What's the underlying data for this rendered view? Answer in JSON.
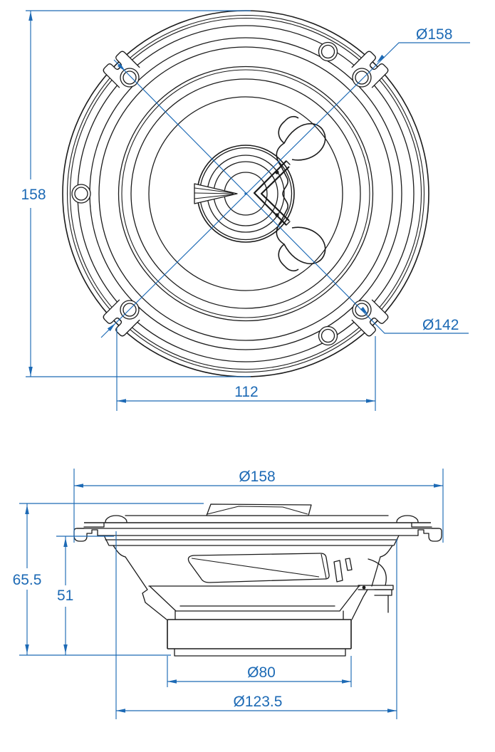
{
  "drawing": {
    "colors": {
      "dimension_blue": "#1d6ab5",
      "line_black": "#1b1b1b",
      "background": "#ffffff"
    },
    "front_view": {
      "dims": {
        "height": "158",
        "outer_diameter": "Ø158",
        "bolt_circle_diameter": "Ø142",
        "hole_spacing": "112"
      }
    },
    "side_view": {
      "dims": {
        "outer_diameter": "Ø158",
        "total_depth": "65.5",
        "mounting_depth": "51",
        "magnet_diameter": "Ø80",
        "rear_diameter": "Ø123.5"
      }
    }
  }
}
